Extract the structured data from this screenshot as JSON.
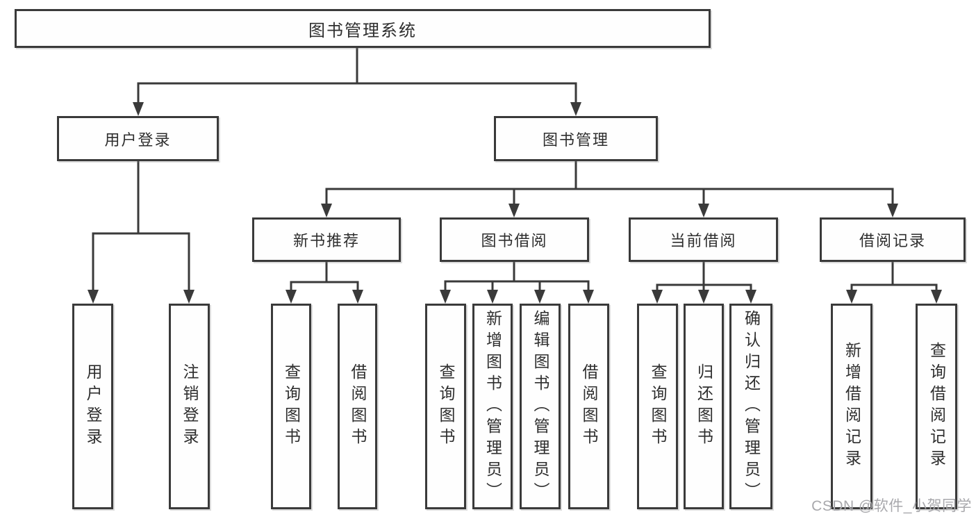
{
  "colors": {
    "line": "#3a3a3a",
    "box_border": "#3a3a3a",
    "text": "#2e2e2e",
    "background": "#ffffff",
    "watermark": "#a8a8ac"
  },
  "watermark": {
    "text": "CSDN @软件_小贺同学"
  },
  "tree": {
    "root": {
      "label": "图书管理系统"
    },
    "login": {
      "label": "用户登录",
      "children": [
        {
          "label": "用户登录"
        },
        {
          "label": "注销登录"
        }
      ]
    },
    "management": {
      "label": "图书管理",
      "groups": [
        {
          "label": "新书推荐",
          "children": [
            {
              "label": "查询图书"
            },
            {
              "label": "借阅图书"
            }
          ]
        },
        {
          "label": "图书借阅",
          "children": [
            {
              "label": "查询图书"
            },
            {
              "label": "新增图书（管理员）"
            },
            {
              "label": "编辑图书（管理员）"
            },
            {
              "label": "借阅图书"
            }
          ]
        },
        {
          "label": "当前借阅",
          "children": [
            {
              "label": "查询图书"
            },
            {
              "label": "归还图书"
            },
            {
              "label": "确认归还（管理员）"
            }
          ]
        },
        {
          "label": "借阅记录",
          "children": [
            {
              "label": "新增借阅记录"
            },
            {
              "label": "查询借阅记录"
            }
          ]
        }
      ]
    }
  }
}
